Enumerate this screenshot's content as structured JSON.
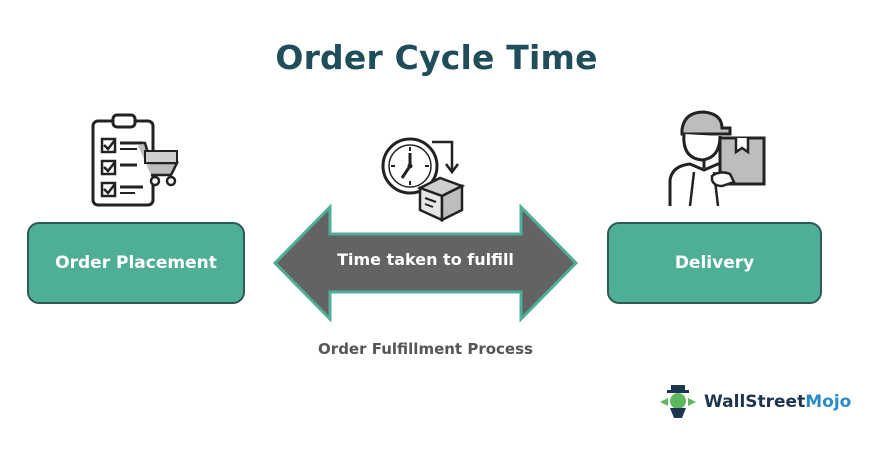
{
  "title": "Order Cycle Time",
  "left_box": {
    "label": "Order Placement",
    "icon": "clipboard-cart-icon"
  },
  "right_box": {
    "label": "Delivery",
    "icon": "delivery-person-icon"
  },
  "arrow": {
    "label": "Time taken to fulfill",
    "icon": "clock-package-icon"
  },
  "process_label": "Order Fulfillment Process",
  "logo": {
    "brand": "WallStreet",
    "accent": "Mojo"
  },
  "colors": {
    "title": "#1f4e5a",
    "box_fill": "#4fae96",
    "box_border": "#2e5a55",
    "arrow_fill": "#636363",
    "arrow_border": "#4fae96",
    "logo_dark": "#1c3550",
    "logo_accent": "#2a8bc9"
  }
}
